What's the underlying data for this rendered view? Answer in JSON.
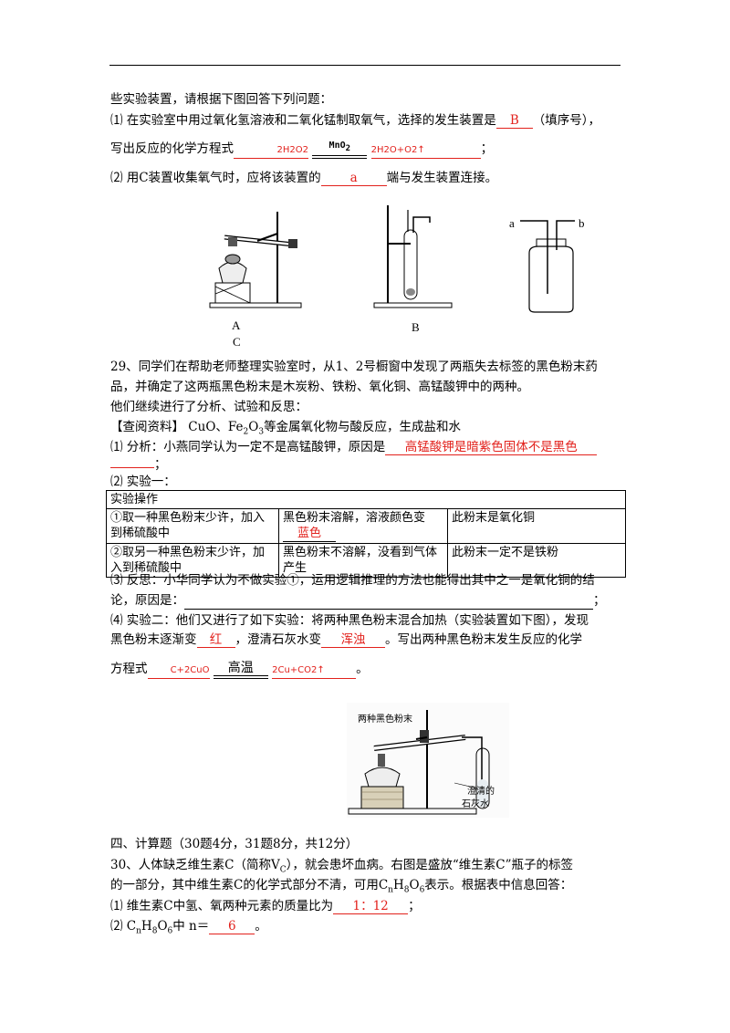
{
  "intro": "些实验装置，请根据下图回答下列问题：",
  "q1": {
    "num": "⑴",
    "text_a": "在实验室中用过氧化氢溶液和二氧化锰制取氧气，选择的发生装置是",
    "ans1": "B",
    "text_b": "（填序号），",
    "text_c": "写出反应的化学方程式",
    "eq_left": "2H2O2",
    "catalyst": "MnO",
    "catalyst_sub": "2",
    "eq_right": "2H2O+O2↑",
    "end": "；"
  },
  "q2": {
    "num": "⑵",
    "text_a": "用C装置收集氧气时，应将该装置的",
    "ans": "a",
    "text_b": "端与发生装置连接。"
  },
  "fig_labels": {
    "A": "A",
    "B": "B",
    "C": "C",
    "a": "a",
    "b": "b"
  },
  "p29": {
    "line1": "29、同学们在帮助老师整理实验室时，从1、2号橱窗中发现了两瓶失去标签的黑色粉末药",
    "line2": "品，并确定了这两瓶黑色粉末是木炭粉、铁粉、氧化铜、高锰酸钾中的两种。",
    "line3": "他们继续进行了分析、试验和反思：",
    "ref_tag": "【查阅资料】",
    "ref_a": "CuO、Fe",
    "ref_sub1": "2",
    "ref_b": "O",
    "ref_sub2": "3",
    "ref_c": "等金属氧化物与酸反应，生成盐和水",
    "a1_num": "⑴",
    "a1_text": "分析：小燕同学认为一定不是高锰酸钾，原因是",
    "a1_ans": "高锰酸钾是暗紫色固体不是黑色",
    "a1_end": "；",
    "a2": "⑵ 实验一：",
    "table": {
      "header": "实验操作",
      "r1c1": "①取一种黑色粉末少许，加入到稀硫酸中",
      "r1c2": "黑色粉末溶解，溶液颜色变",
      "r1c2_ans": "蓝色",
      "r1c3": "此粉末是氧化铜",
      "r2c1": "②取另一种黑色粉末少许，加入到稀硫酸中",
      "r2c2": "黑色粉末不溶解，没看到气体产生",
      "r2c3": "此粉末一定不是铁粉"
    },
    "a3_line1": "⑶ 反思：小华同学认为不做实验①，运用逻辑推理的方法也能得出其中之一是氧化铜的结",
    "a3_line2": "论，原因是：",
    "a3_end": "；",
    "a4_line1a": "⑷ 实验二：他们又进行了如下实验：将两种黑色粉末混合加热（实验装置如下图），发现",
    "a4_line2a": "黑色粉末逐渐变",
    "a4_ans1": "红",
    "a4_line2b": "，澄清石灰水变",
    "a4_ans2": "浑浊",
    "a4_line2c": "。写出两种黑色粉末发生反应的化学",
    "a4_line3a": "方程式",
    "eq_left": "C+2CuO",
    "condition": "高温",
    "eq_right": "2Cu+CO2↑",
    "eq_end": "。",
    "fig_label_powder": "两种黑色粉末",
    "fig_label_lime1": "澄清的",
    "fig_label_lime2": "石灰水"
  },
  "sec4": {
    "title": "四、计算题（30题4分，31题8分，共12分）",
    "p30_line1a": "30、人体缺乏维生素C（简称V",
    "p30_sub": "C",
    "p30_line1b": "），就会患坏血病。右图是盛放“维生素C”瓶子的标签",
    "p30_line2a": "的一部分，其中维生素C的化学式部分不清，可用C",
    "p30_line2b": "H",
    "p30_line2c": "O",
    "p30_line2d": "表示。根据表中信息回答：",
    "f_n": "n",
    "f_8": "8",
    "f_6": "6",
    "q1_text": "⑴ 维生素C中氢、氧两种元素的质量比为",
    "q1_ans": "1：12",
    "q1_end": "；",
    "q2_a": "⑵ C",
    "q2_b": "H",
    "q2_c": "O",
    "q2_d": "中 n＝",
    "q2_ans": "6",
    "q2_end": "。"
  }
}
